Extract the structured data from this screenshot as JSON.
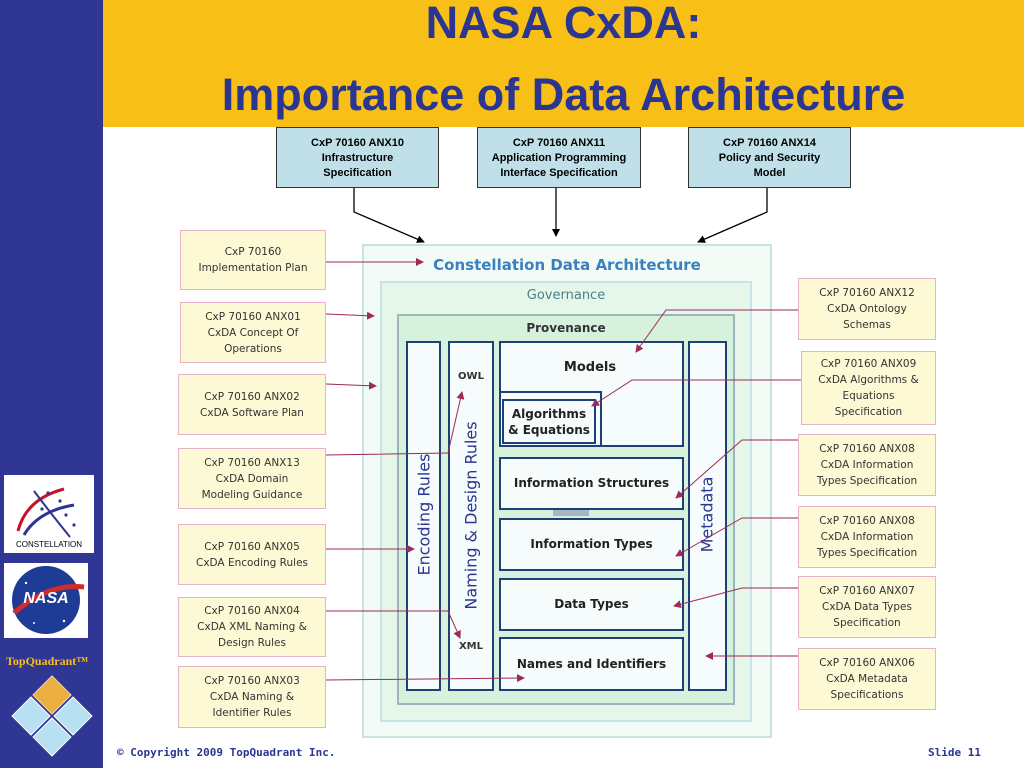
{
  "title": {
    "line1": "NASA CxDA:",
    "line2": "Importance of Data Architecture"
  },
  "top_specs": [
    {
      "line1": "CxP 70160 ANX10",
      "line2": "Infrastructure",
      "line3": "Specification"
    },
    {
      "line1": "CxP 70160 ANX11",
      "line2": "Application Programming",
      "line3": "Interface Specification"
    },
    {
      "line1": "CxP 70160 ANX14",
      "line2": "Policy and Security",
      "line3": "Model"
    }
  ],
  "left_docs": [
    {
      "line1": "CxP 70160",
      "line2": "Implementation Plan",
      "line3": ""
    },
    {
      "line1": "CxP 70160 ANX01",
      "line2": "CxDA  Concept Of",
      "line3": "Operations"
    },
    {
      "line1": "CxP 70160 ANX02",
      "line2": "CxDA  Software Plan",
      "line3": ""
    },
    {
      "line1": "CxP 70160 ANX13",
      "line2": "CxDA  Domain",
      "line3": "Modeling Guidance"
    },
    {
      "line1": "CxP 70160 ANX05",
      "line2": "CxDA  Encoding Rules",
      "line3": ""
    },
    {
      "line1": "CxP 70160 ANX04",
      "line2": "CxDA XML Naming &",
      "line3": "Design Rules"
    },
    {
      "line1": "CxP 70160 ANX03",
      "line2": "CxDA Naming &",
      "line3": "Identifier Rules"
    }
  ],
  "right_docs": [
    {
      "line1": "CxP 70160 ANX12",
      "line2": "CxDA  Ontology",
      "line3": "Schemas"
    },
    {
      "line1": "CxP 70160 ANX09",
      "line2": "CxDA  Algorithms &",
      "line3": "Equations",
      "line4": "Specification"
    },
    {
      "line1": "CxP 70160 ANX08",
      "line2": "CxDA  Information",
      "line3": "Types Specification"
    },
    {
      "line1": "CxP 70160 ANX08",
      "line2": "CxDA  Information",
      "line3": "Types Specification"
    },
    {
      "line1": "CxP 70160 ANX07",
      "line2": "CxDA  Data Types",
      "line3": "Specification"
    },
    {
      "line1": "CxP 70160 ANX06",
      "line2": "CxDA Metadata",
      "line3": "Specifications"
    }
  ],
  "architecture": {
    "outer": "Constellation Data Architecture",
    "governance": "Governance",
    "provenance": "Provenance",
    "encoding_rules": "Encoding Rules",
    "naming_rules": "Naming  &  Design Rules",
    "owl": "OWL",
    "xml": "XML",
    "metadata": "Metadata",
    "models": "Models",
    "algorithms_l1": "Algorithms",
    "algorithms_l2": "& Equations",
    "info_structures": "Information Structures",
    "info_types": "Information Types",
    "data_types": "Data Types",
    "names": "Names and Identifiers"
  },
  "logos": {
    "constellation": "CONSTELLATION",
    "nasa": "NASA",
    "topquadrant": "TopQuadrant™"
  },
  "footer": {
    "copyright": "© Copyright 2009 TopQuadrant Inc.",
    "slide": "Slide 11"
  },
  "colors": {
    "sidebar": "#2f3694",
    "title_bar": "#f8bf17",
    "title_text": "#2b3592",
    "top_box": "#bfe0e9",
    "note_box": "#fdf9d4",
    "arrow": "#9c2a5a"
  }
}
